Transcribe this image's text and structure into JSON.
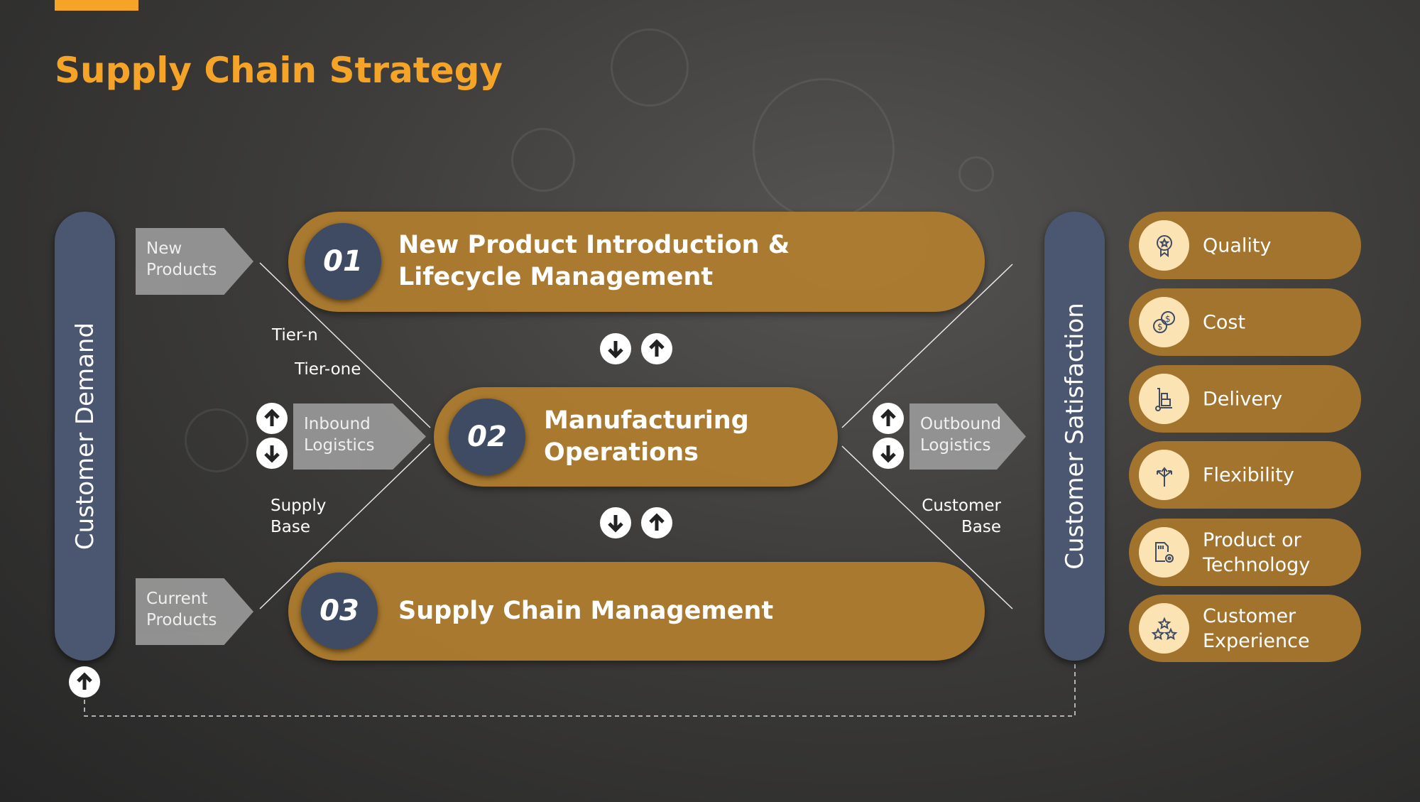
{
  "title": "Supply Chain Strategy",
  "left_bar": "Customer Demand",
  "right_bar": "Customer Satisfaction",
  "tags": {
    "new_products": [
      "New",
      "Products"
    ],
    "current_products": [
      "Current",
      "Products"
    ],
    "inbound": [
      "Inbound",
      "Logistics"
    ],
    "outbound": [
      "Outbound",
      "Logistics"
    ]
  },
  "labels": {
    "tier_n": "Tier-n",
    "tier_one": "Tier-one",
    "supply_base": [
      "Supply",
      "Base"
    ],
    "customer_base": [
      "Customer",
      "Base"
    ]
  },
  "steps": [
    {
      "num": "01",
      "title": [
        "New Product Introduction &",
        "Lifecycle Management"
      ]
    },
    {
      "num": "02",
      "title": [
        "Manufacturing",
        "Operations"
      ]
    },
    {
      "num": "03",
      "title": [
        "Supply Chain Management"
      ]
    }
  ],
  "outcomes": [
    {
      "label": "Quality",
      "icon": "award-icon"
    },
    {
      "label": "Cost",
      "icon": "coins-icon"
    },
    {
      "label": "Delivery",
      "icon": "hand-truck-icon"
    },
    {
      "label": "Flexibility",
      "icon": "split-arrows-icon"
    },
    {
      "label": "Product or Technology",
      "icon": "chip-gear-icon"
    },
    {
      "label": "Customer Experience",
      "icon": "stars-icon"
    }
  ],
  "colors": {
    "accent": "#f6a428",
    "navy": "#4b5670",
    "gold": "#b07e2e"
  }
}
